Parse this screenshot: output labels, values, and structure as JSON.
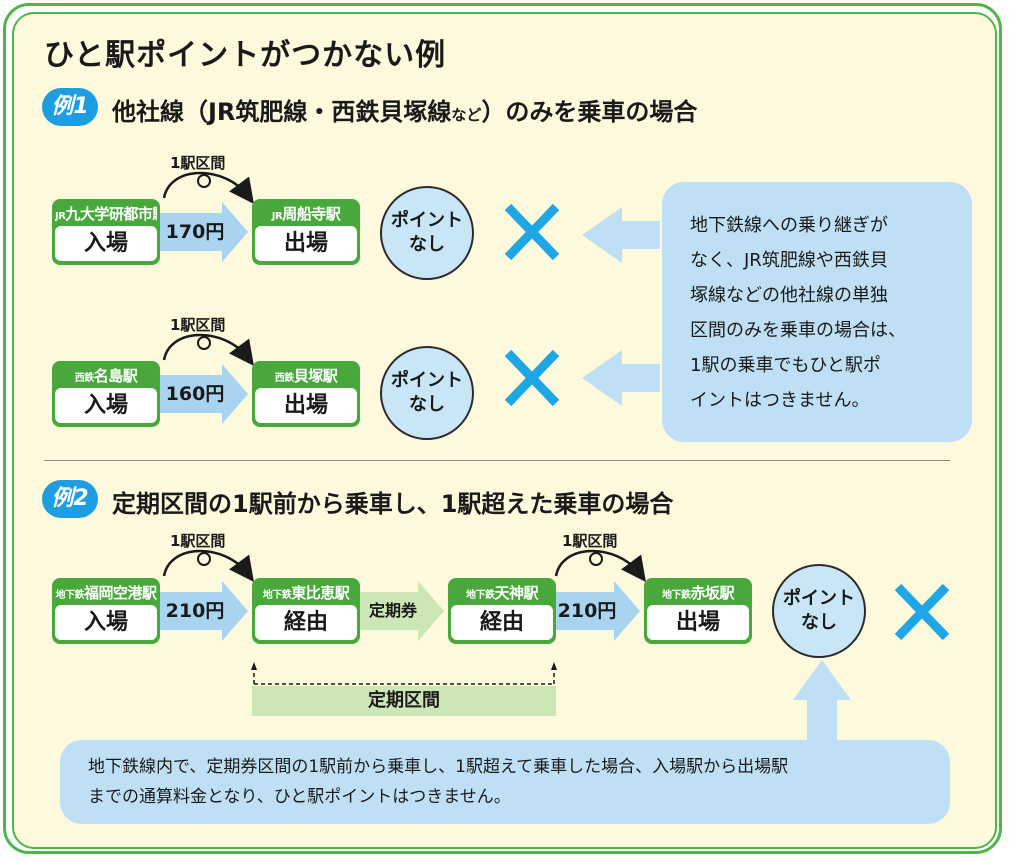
{
  "title": "ひと駅ポイントがつかない例",
  "example1": {
    "badge": "例1",
    "title_main": "他社線（JR筑肥線・西鉄貝塚線",
    "title_small": "など",
    "title_end": "）のみを乗車の場合",
    "rows": [
      {
        "hop_label": "1駅区間",
        "from": {
          "prefix": "JR",
          "name": "九大学研都市駅",
          "action": "入場"
        },
        "fare": "170円",
        "to": {
          "prefix": "JR",
          "name": "周船寺駅",
          "action": "出場"
        },
        "result_l1": "ポイント",
        "result_l2": "なし"
      },
      {
        "hop_label": "1駅区間",
        "from": {
          "prefix": "西鉄",
          "name": "名島駅",
          "action": "入場"
        },
        "fare": "160円",
        "to": {
          "prefix": "西鉄",
          "name": "貝塚駅",
          "action": "出場"
        },
        "result_l1": "ポイント",
        "result_l2": "なし"
      }
    ],
    "note": [
      "地下鉄線への乗り継ぎが",
      "なく、JR筑肥線や西鉄貝",
      "塚線などの他社線の単独",
      "区間のみを乗車の場合は、",
      "1駅の乗車でもひと駅ポ",
      "イントはつきません。"
    ]
  },
  "example2": {
    "badge": "例2",
    "title": "定期区間の1駅前から乗車し、1駅超えた乗車の場合",
    "hop_label_1": "1駅区間",
    "hop_label_2": "1駅区間",
    "stations": [
      {
        "prefix": "地下鉄",
        "name": "福岡空港駅",
        "action": "入場"
      },
      {
        "prefix": "地下鉄",
        "name": "東比恵駅",
        "action": "経由"
      },
      {
        "prefix": "地下鉄",
        "name": "天神駅",
        "action": "経由"
      },
      {
        "prefix": "地下鉄",
        "name": "赤坂駅",
        "action": "出場"
      }
    ],
    "fare_1": "210円",
    "pass_label": "定期券",
    "fare_2": "210円",
    "teiki_label": "定期区間",
    "result_l1": "ポイント",
    "result_l2": "なし",
    "note": [
      "地下鉄線内で、定期券区間の1駅前から乗車し、1駅超えて乗車した場合、入場駅から出場駅",
      "までの通算料金となり、ひと駅ポイントはつきません。"
    ]
  },
  "colors": {
    "green": "#48a83c",
    "blue": "#1e9ee0",
    "light_blue": "#bfe0f4",
    "x_blue": "#1ea7e4",
    "fare_arrow": "#a9d4f0",
    "pass_arrow": "#cde6b6"
  }
}
